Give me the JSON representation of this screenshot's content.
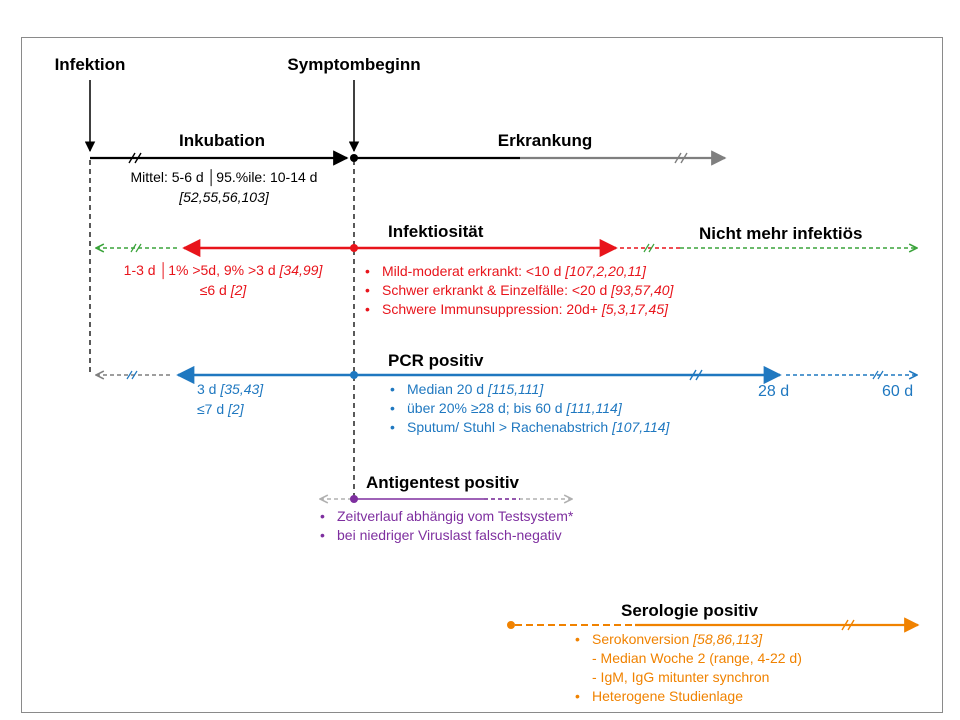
{
  "colors": {
    "black": "#000000",
    "grey": "#7f7f7f",
    "red": "#e8141b",
    "green": "#3aa33a",
    "blue": "#1f78c0",
    "purple": "#7e2f9f",
    "light_grey": "#b0b0b0",
    "orange": "#f08200"
  },
  "milestones": {
    "infektion": "Infektion",
    "symptombeginn": "Symptombeginn"
  },
  "incubation": {
    "title": "Inkubation",
    "line1": "Mittel: 5-6 d │95.%ile: 10-14 d",
    "refs": "[52,55,56,103]"
  },
  "disease": {
    "title": "Erkrankung"
  },
  "infectivity": {
    "title": "Infektiosität",
    "no_longer_title": "Nicht mehr infektiös",
    "before_text": "1-3 d │1% >5d, 9% >3 d ",
    "before_refs": "[34,99]",
    "before_line2": "≤6 d ",
    "before_line2_refs": "[2]",
    "bullets": [
      {
        "text": "Mild-moderat erkrankt:  <10 d  ",
        "refs": "[107,2,20,11]"
      },
      {
        "text": "Schwer erkrankt & Einzelfälle:  <20 d ",
        "refs": "[93,57,40]"
      },
      {
        "text": "Schwere Immunsuppression:  20d+ ",
        "refs": "[5,3,17,45]"
      }
    ]
  },
  "pcr": {
    "title": "PCR positiv",
    "before_line1": "3 d ",
    "before_line1_refs": "[35,43]",
    "before_line2": "≤7 d ",
    "before_line2_refs": "[2]",
    "mark_28": "28 d",
    "mark_60": "60 d",
    "bullets": [
      {
        "text": "Median 20 d ",
        "refs": "[115,111]"
      },
      {
        "text": "über 20% ≥28 d; bis 60 d ",
        "refs": "[111,114]"
      },
      {
        "text": "Sputum/ Stuhl > Rachenabstrich ",
        "refs": "[107,114]"
      }
    ]
  },
  "antigen": {
    "title": "Antigentest positiv",
    "bullets": [
      {
        "text": "Zeitverlauf  abhängig vom Testsystem*"
      },
      {
        "text": "bei niedriger Viruslast falsch-negativ"
      }
    ]
  },
  "serology": {
    "title": "Serologie positiv",
    "lines": [
      {
        "bullet": true,
        "text": "Serokonversion ",
        "refs": "[58,86,113]"
      },
      {
        "bullet": false,
        "text": "- Median Woche 2 (range, 4-22 d)"
      },
      {
        "bullet": false,
        "text": "- IgM, IgG mitunter synchron"
      },
      {
        "bullet": true,
        "text": "Heterogene Studienlage"
      }
    ]
  },
  "bullet_char": "•"
}
